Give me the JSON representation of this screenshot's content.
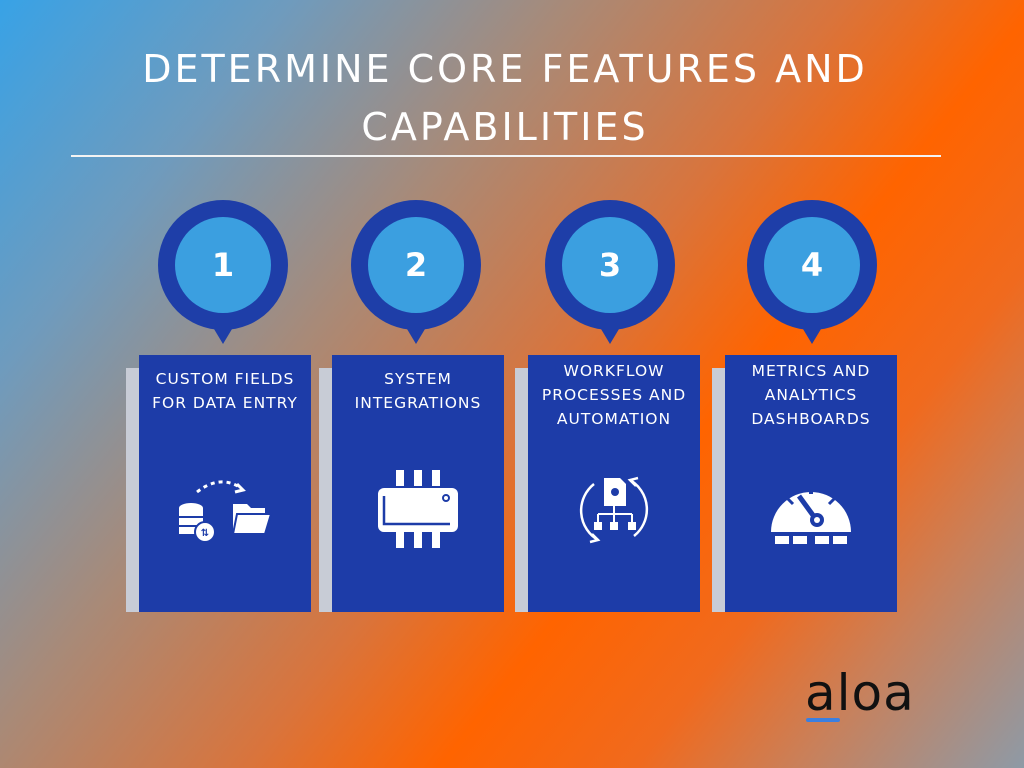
{
  "title_line1": "DETERMINE CORE FEATURES AND",
  "title_line2": "CAPABILITIES",
  "steps": [
    {
      "number": "1",
      "label": "CUSTOM FIELDS FOR DATA ENTRY",
      "icon": "database-to-folder-icon"
    },
    {
      "number": "2",
      "label": "SYSTEM INTEGRATIONS",
      "icon": "chip-connector-icon"
    },
    {
      "number": "3",
      "label": "WORKFLOW PROCESSES AND AUTOMATION",
      "icon": "workflow-automation-icon"
    },
    {
      "number": "4",
      "label": "METRICS AND ANALYTICS DASHBOARDS",
      "icon": "dashboard-gauge-icon"
    }
  ],
  "logo": "aloa",
  "colors": {
    "card": "#1d3ca8",
    "circle_inner": "#3b9fe0",
    "accent_orange": "#ff6400"
  }
}
